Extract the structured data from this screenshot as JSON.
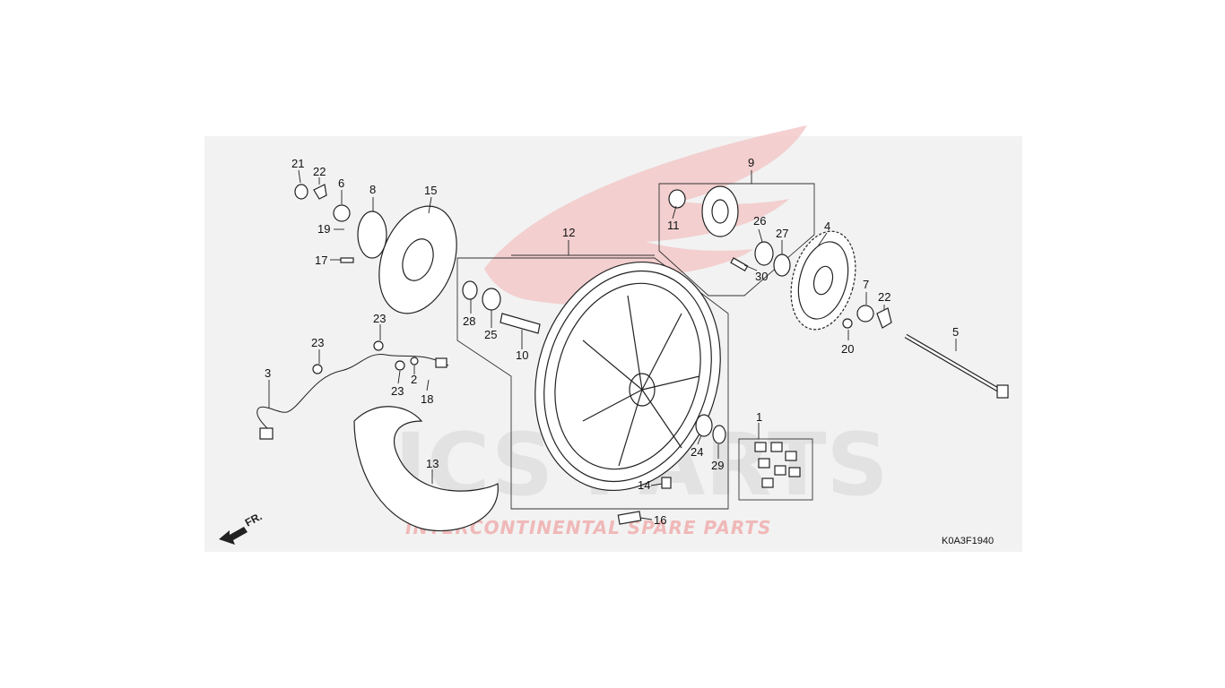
{
  "diagram": {
    "code": "K0A3F1940",
    "front_marker": "FR.",
    "watermark": {
      "logo": "ICS PARTS",
      "tagline": "INTERCONTINENTAL SPARE PARTS",
      "accent": "#e24a4a"
    },
    "labels": {
      "l1": "1",
      "l2": "2",
      "l3": "3",
      "l4": "4",
      "l5": "5",
      "l6": "6",
      "l7": "7",
      "l8": "8",
      "l9": "9",
      "l10": "10",
      "l11": "11",
      "l12": "12",
      "l13": "13",
      "l14": "14",
      "l15": "15",
      "l16": "16",
      "l17": "17",
      "l18": "18",
      "l19": "19",
      "l20": "20",
      "l21": "21",
      "l22a": "22",
      "l22b": "22",
      "l23a": "23",
      "l23b": "23",
      "l23c": "23",
      "l24": "24",
      "l25": "25",
      "l26": "26",
      "l27": "27",
      "l28": "28",
      "l29": "29",
      "l30": "30"
    }
  }
}
